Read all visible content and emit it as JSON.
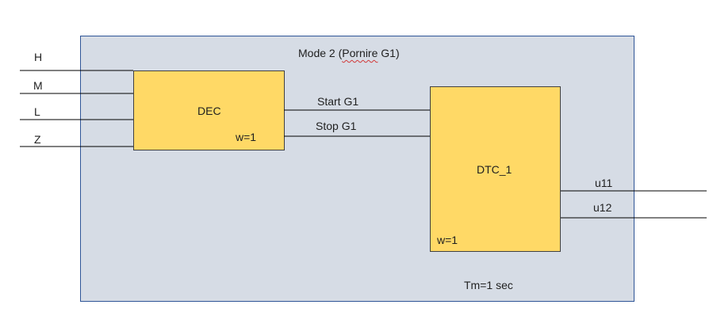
{
  "diagram": {
    "title_prefix": "Mode 2 (",
    "title_word": "Pornire",
    "title_suffix": " G1)",
    "footer": "Tm=1 sec",
    "inputs": [
      "H",
      "M",
      "L",
      "Z"
    ],
    "dec_block": {
      "label": "DEC",
      "weight": "w=1"
    },
    "dtc_block": {
      "label": "DTC_1",
      "weight": "w=1"
    },
    "signals": [
      "Start G1",
      "Stop G1"
    ],
    "outputs": [
      "u11",
      "u12"
    ]
  },
  "colors": {
    "container_fill": "#d6dce5",
    "container_border": "#2f5597",
    "block_fill": "#ffd966",
    "block_border": "#404040",
    "wire": "#000000"
  }
}
